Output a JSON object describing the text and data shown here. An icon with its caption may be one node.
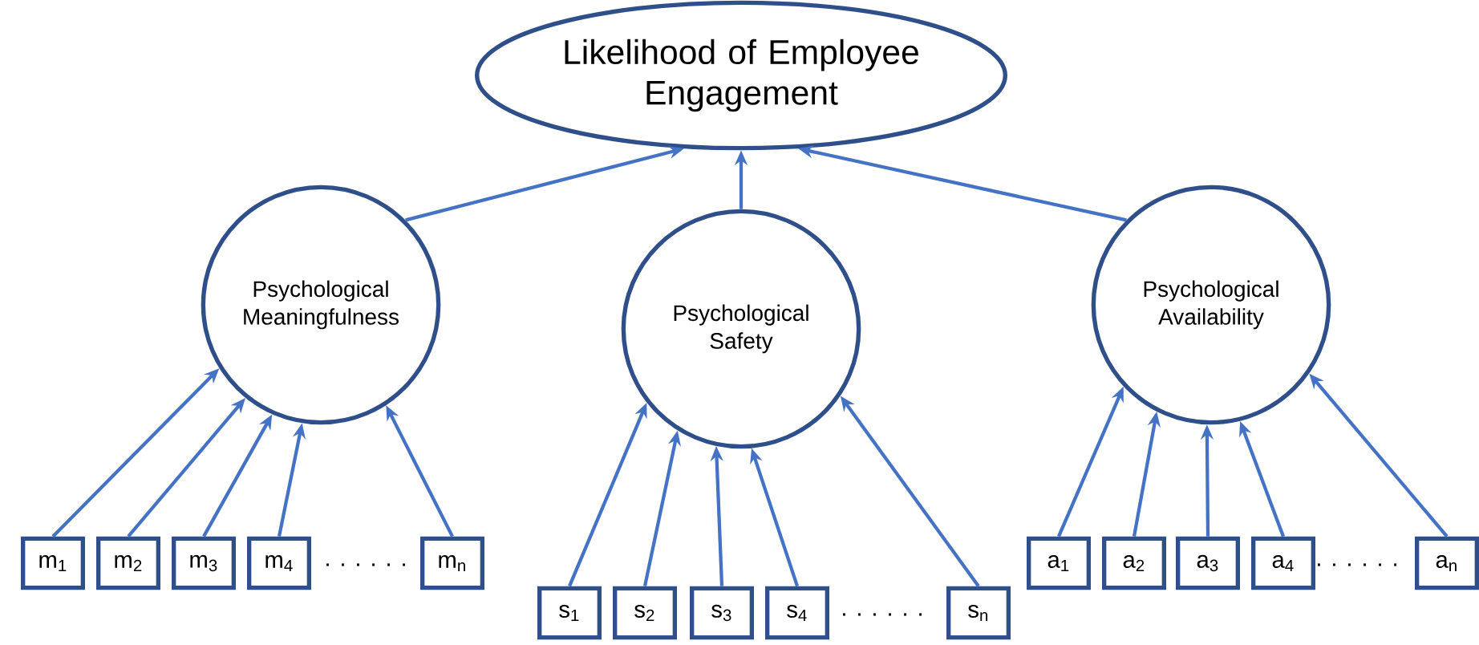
{
  "diagram": {
    "nodes": [
      {
        "text": [
          "Likelihood of Employee Engagement"
        ]
      },
      {
        "text": [
          "Psychological Meaningfulness"
        ]
      },
      {
        "text": [
          "Psychological Safety"
        ]
      },
      {
        "text": [
          "Psychological Availability"
        ]
      },
      {
        "text": [
          "m$_{1}$"
        ]
      },
      {
        "text": [
          "m$_{2}$"
        ]
      },
      {
        "text": [
          "m$_{3}$"
        ]
      },
      {
        "text": [
          "m$_{4}$"
        ]
      },
      {
        "text": [
          "m$_{n}$"
        ]
      },
      {
        "text": [
          "s$_{1}$"
        ]
      },
      {
        "text": [
          "s$_{2}$"
        ]
      },
      {
        "text": [
          "s$_{3}$"
        ]
      },
      {
        "text": [
          "s$_{4}$"
        ]
      },
      {
        "text": [
          "s$_{n}$"
        ]
      },
      {
        "text": [
          "a$_{1}$"
        ]
      },
      {
        "text": [
          "a$_{2}$"
        ]
      },
      {
        "text": [
          "a$_{3}$"
        ]
      },
      {
        "text": [
          "a$_{4}$"
        ]
      },
      {
        "text": [
          "a$_{n}$"
        ]
      }
    ],
    "edges": [
      {
        "from": 1,
        "to": 0,
        "arrow": "to"
      },
      {
        "from": 2,
        "to": 0,
        "arrow": "to"
      },
      {
        "from": 3,
        "to": 0,
        "arrow": "to"
      },
      {
        "from": 4,
        "to": 1,
        "arrow": "to"
      },
      {
        "from": 5,
        "to": 1,
        "arrow": "to"
      },
      {
        "from": 6,
        "to": 1,
        "arrow": "to"
      },
      {
        "from": 7,
        "to": 1,
        "arrow": "to"
      },
      {
        "from": 8,
        "to": 1,
        "arrow": "to"
      },
      {
        "from": 9,
        "to": 2,
        "arrow": "to"
      },
      {
        "from": 10,
        "to": 2,
        "arrow": "to"
      },
      {
        "from": 11,
        "to": 2,
        "arrow": "to"
      },
      {
        "from": 12,
        "to": 2,
        "arrow": "to"
      },
      {
        "from": 13,
        "to": 2,
        "arrow": "to"
      },
      {
        "from": 14,
        "to": 3,
        "arrow": "to"
      },
      {
        "from": 15,
        "to": 3,
        "arrow": "to"
      },
      {
        "from": 16,
        "to": 3,
        "arrow": "to"
      },
      {
        "from": 17,
        "to": 3,
        "arrow": "to"
      },
      {
        "from": 18,
        "to": 3,
        "arrow": "to"
      }
    ],
    "labels": [
      ". . . . . .",
      ". . . . . .",
      ". . . . . ."
    ]
  }
}
